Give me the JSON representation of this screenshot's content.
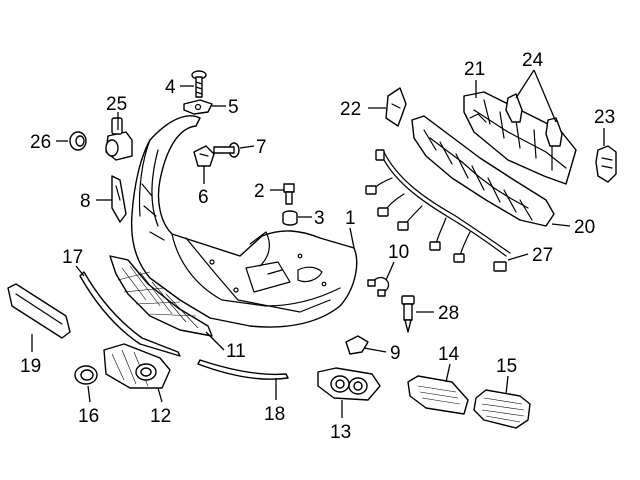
{
  "callouts": [
    {
      "id": "c1",
      "label": "1"
    },
    {
      "id": "c4",
      "label": "4"
    },
    {
      "id": "c5",
      "label": "5"
    },
    {
      "id": "c25",
      "label": "25"
    },
    {
      "id": "c26",
      "label": "26"
    },
    {
      "id": "c7",
      "label": "7"
    },
    {
      "id": "c6",
      "label": "6"
    },
    {
      "id": "c8",
      "label": "8"
    },
    {
      "id": "c2",
      "label": "2"
    },
    {
      "id": "c3",
      "label": "3"
    },
    {
      "id": "c22",
      "label": "22"
    },
    {
      "id": "c21",
      "label": "21"
    },
    {
      "id": "c24",
      "label": "24"
    },
    {
      "id": "c23",
      "label": "23"
    },
    {
      "id": "c20",
      "label": "20"
    },
    {
      "id": "c27",
      "label": "27"
    },
    {
      "id": "c10",
      "label": "10"
    },
    {
      "id": "c28",
      "label": "28"
    },
    {
      "id": "c17",
      "label": "17"
    },
    {
      "id": "c11",
      "label": "11"
    },
    {
      "id": "c9",
      "label": "9"
    },
    {
      "id": "c19",
      "label": "19"
    },
    {
      "id": "c16",
      "label": "16"
    },
    {
      "id": "c12",
      "label": "12"
    },
    {
      "id": "c18",
      "label": "18"
    },
    {
      "id": "c13",
      "label": "13"
    },
    {
      "id": "c14",
      "label": "14"
    },
    {
      "id": "c15",
      "label": "15"
    }
  ]
}
